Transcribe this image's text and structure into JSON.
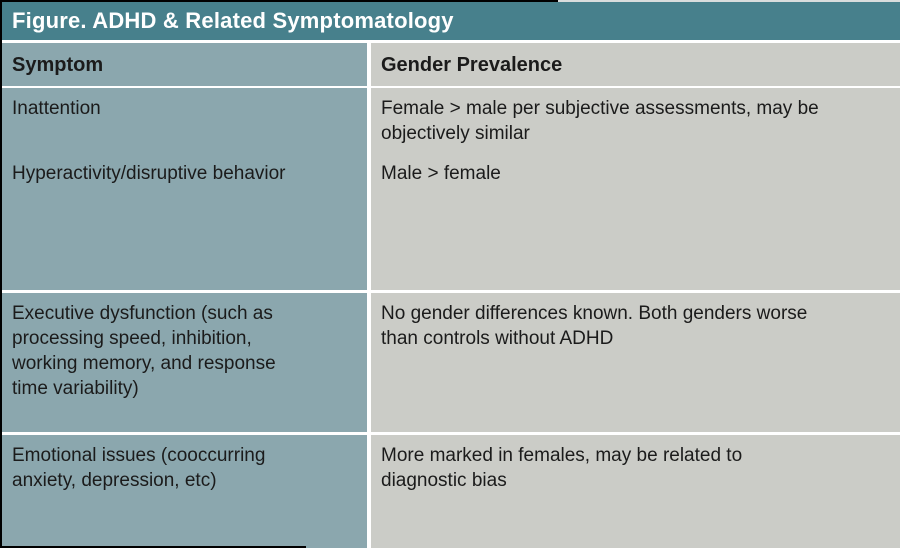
{
  "figure": {
    "title": "Figure. ADHD & Related Symptomatology",
    "columns": [
      "Symptom",
      "Gender Prevalence"
    ],
    "rows": [
      {
        "symptom": "Inattention",
        "prevalence": "Female > male per subjective assessments, may be\nobjectively similar"
      },
      {
        "symptom": "Hyperactivity/disruptive behavior",
        "prevalence": "Male > female"
      },
      {
        "symptom": "Executive dysfunction (such as\nprocessing speed, inhibition,\nworking memory, and response\ntime variability)",
        "prevalence": "No gender differences known. Both genders worse\nthan controls without ADHD"
      },
      {
        "symptom": "Emotional issues (cooccurring\nanxiety, depression, etc)",
        "prevalence": "More marked in females, may be related to\ndiagnostic bias"
      }
    ],
    "colors": {
      "title_bar": "#47808C",
      "title_text": "#FFFFFF",
      "symptom_column": "#8BA7AE",
      "prevalence_column": "#CBCCC7",
      "gap": "#FFFFFF",
      "body_text": "#1B1B1B",
      "border": "#000000"
    }
  }
}
